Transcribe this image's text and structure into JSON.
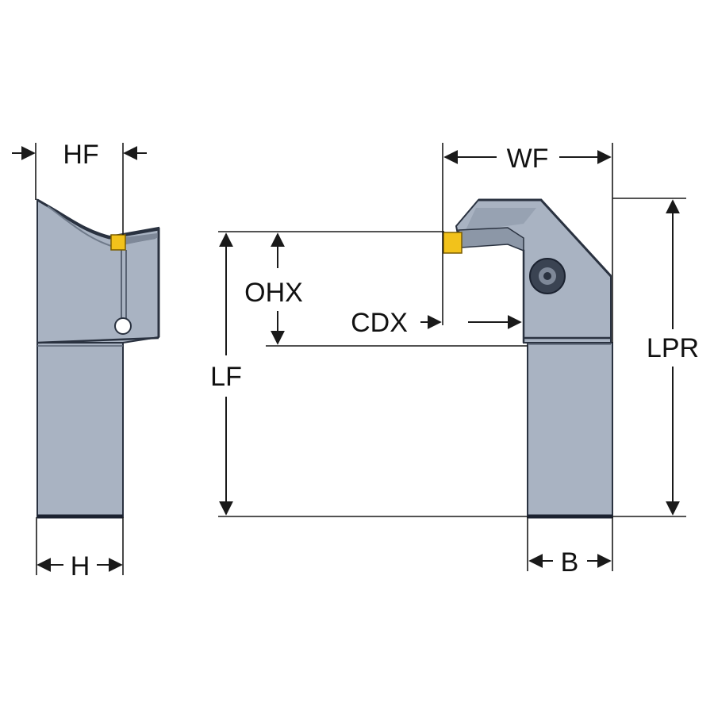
{
  "diagram": {
    "labels": {
      "hf": "HF",
      "h": "H",
      "wf": "WF",
      "ohx": "OHX",
      "cdx": "CDX",
      "lf": "LF",
      "lpr": "LPR",
      "b": "B"
    },
    "colors": {
      "body": "#a9b3c2",
      "body_dark": "#97a2b2",
      "insert": "#f2c21b",
      "outline": "#2a3240",
      "dimension": "#1a1a1a"
    }
  }
}
